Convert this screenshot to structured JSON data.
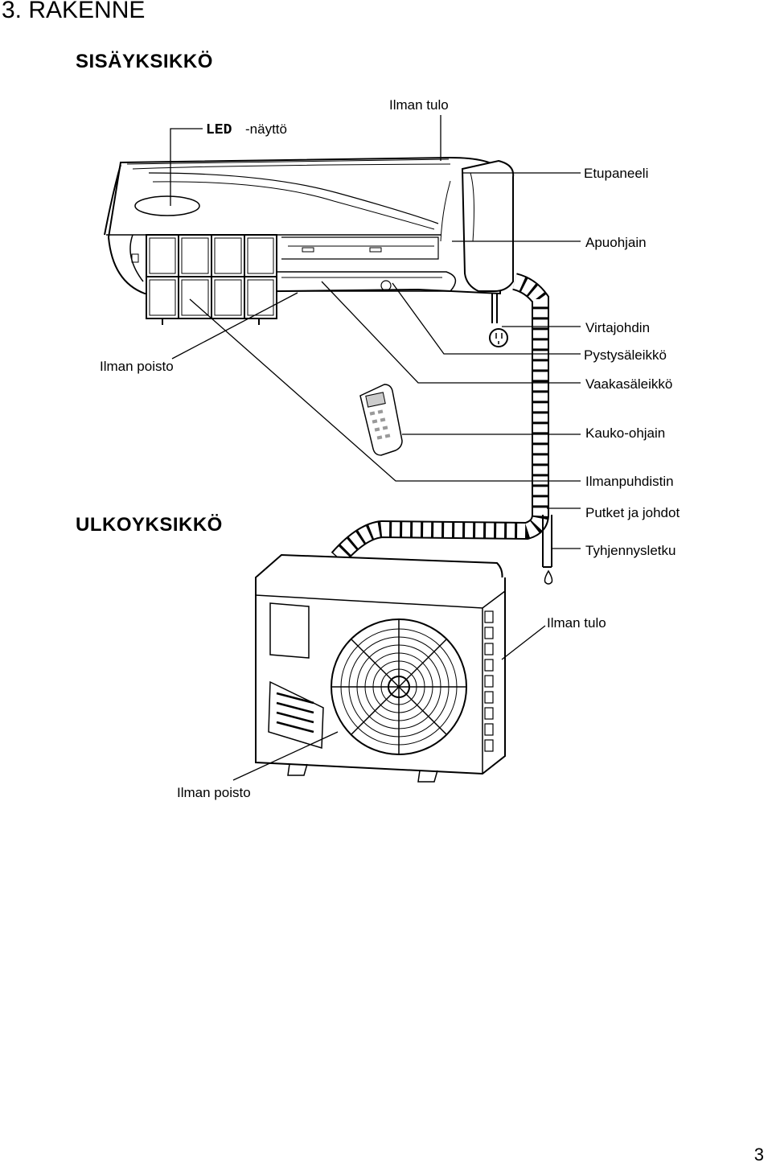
{
  "heading": "3. RAKENNE",
  "page_number": "3",
  "indoor": {
    "section_title": "SISÄYKSIKKÖ",
    "led_word": "LED",
    "led_suffix": "-näyttö",
    "labels": {
      "air_intake": "Ilman tulo",
      "front_panel": "Etupaneeli",
      "aux_control": "Apuohjain",
      "power_cord": "Virtajohdin",
      "vertical_louver": "Pystysäleikkö",
      "horizontal_louver": "Vaakasäleikkö",
      "remote_control": "Kauko-ohjain",
      "air_purifier": "Ilmanpuhdistin",
      "pipes_and_wires": "Putket ja johdot",
      "drain_hose": "Tyhjennysletku",
      "air_outlet": "Ilman poisto"
    }
  },
  "outdoor": {
    "section_title": "ULKOYKSIKKÖ",
    "labels": {
      "air_intake": "Ilman tulo",
      "air_outlet": "Ilman poisto"
    }
  }
}
